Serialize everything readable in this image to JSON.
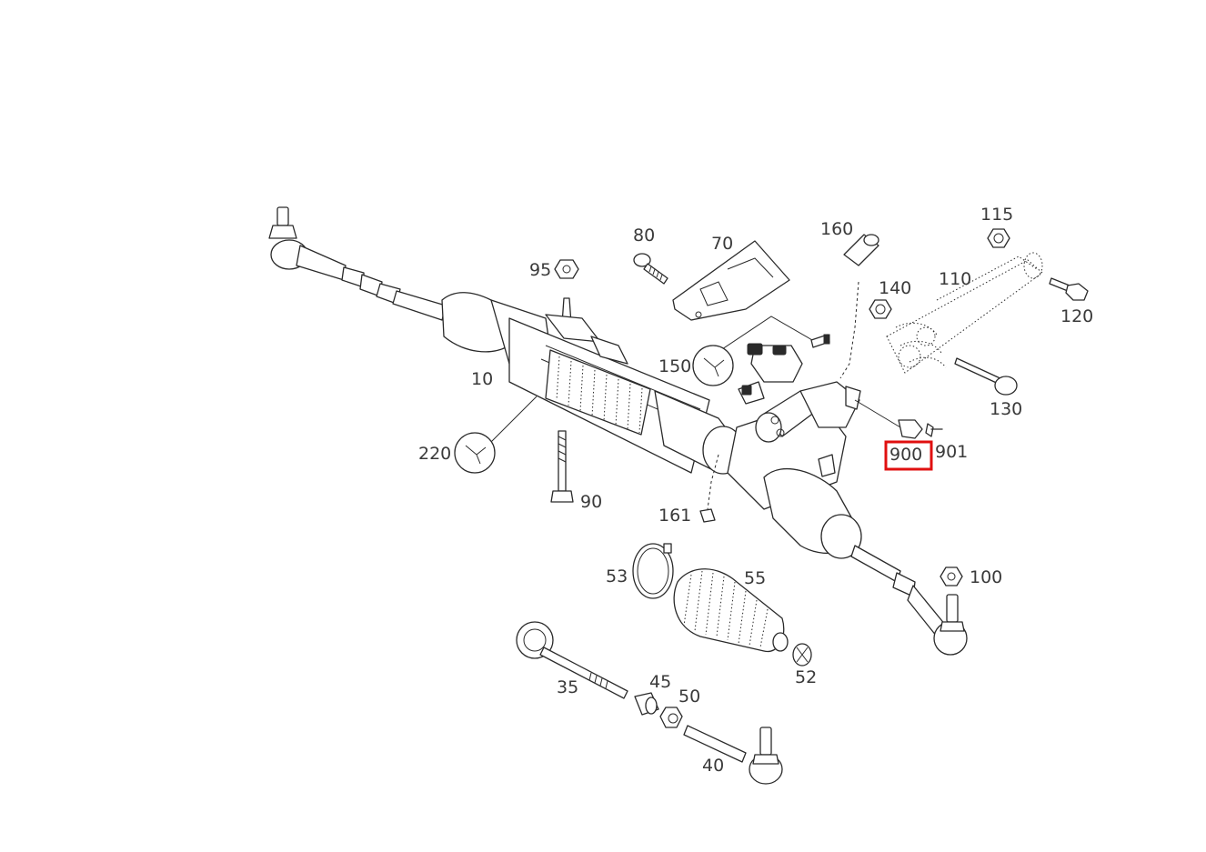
{
  "highlight_color": "#e01010",
  "highlighted_part": "900",
  "callouts": {
    "p10": "10",
    "p35": "35",
    "p40": "40",
    "p45": "45",
    "p50": "50",
    "p52": "52",
    "p53": "53",
    "p55": "55",
    "p70": "70",
    "p80": "80",
    "p90": "90",
    "p95": "95",
    "p100": "100",
    "p110": "110",
    "p115": "115",
    "p120": "120",
    "p130": "130",
    "p140": "140",
    "p150": "150",
    "p160": "160",
    "p161": "161",
    "p220": "220",
    "p900": "900",
    "p901": "901"
  }
}
